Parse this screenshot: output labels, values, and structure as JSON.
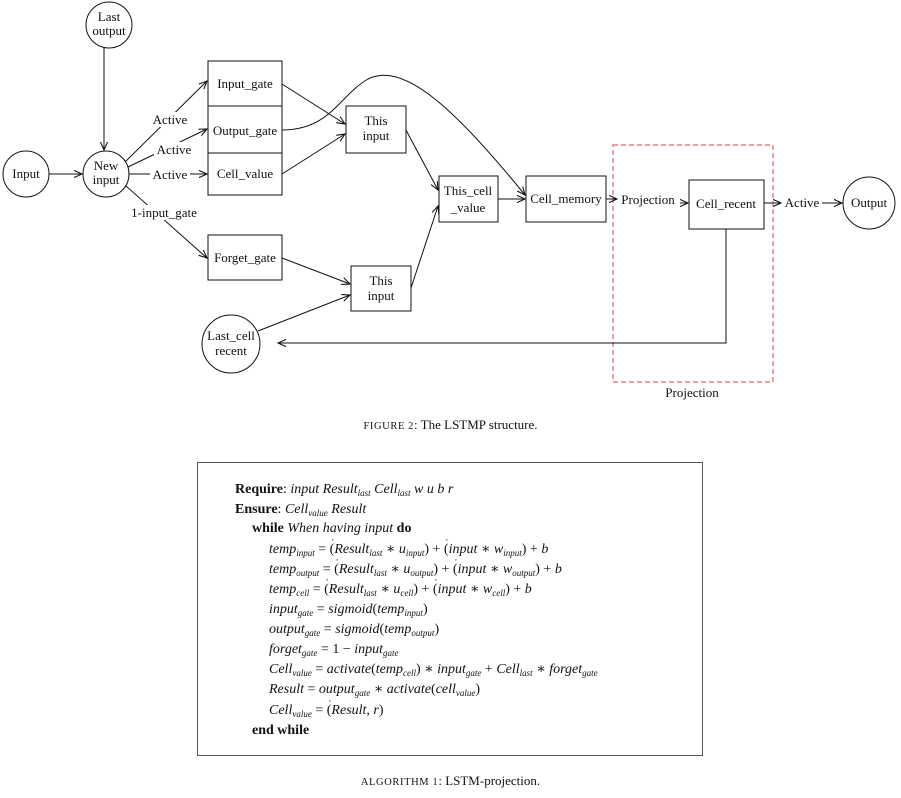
{
  "figure": {
    "nodes": {
      "last_output": [
        "Last",
        "output"
      ],
      "input": "Input",
      "new_input": [
        "New",
        "input"
      ],
      "input_gate": "Input_gate",
      "output_gate": "Output_gate",
      "cell_value": "Cell_value",
      "forget_gate": "Forget_gate",
      "this_input_top": [
        "This",
        "input"
      ],
      "this_input_bottom": [
        "This",
        "input"
      ],
      "this_cell_value": [
        "This_cell",
        "_value"
      ],
      "cell_memory": "Cell_memory",
      "cell_recent": "Cell_recent",
      "output": "Output",
      "last_cell_recent": [
        "Last_cell",
        "recent"
      ]
    },
    "edge_labels": {
      "active_1": "Active",
      "active_2": "Active",
      "active_3": "Active",
      "one_minus_input_gate": "1-input_gate",
      "projection_edge": "Projection",
      "active_out": "Active"
    },
    "region_label": "Projection",
    "region_color": "#e06666",
    "caption_label": "Figure 2",
    "caption_text": ": The LSTMP structure."
  },
  "algorithm": {
    "require_kw": "Require",
    "require_rest": ": input Result_last Cell_last w u b r",
    "ensure_kw": "Ensure",
    "ensure_rest": ": Cell_value Result",
    "while_kw": "while",
    "while_cond": "When having input",
    "do_kw": "do",
    "lines": [
      "temp_input = (Result_last * u_input) + (input * w_input) + b",
      "temp_output = (Result_last * u_output) + (input * w_output) + b",
      "temp_cell = (Result_last * u_cell) + (input * w_cell) + b",
      "input_gate = sigmoid(temp_input)",
      "output_gate = sigmoid(temp_output)",
      "forget_gate = 1 − input_gate",
      "Cell_value = activate(temp_cell) * input_gate + Cell_last * forget_gate",
      "Result = output_gate * activate(cell_value)",
      "Cell_value = (Result, r)"
    ],
    "end_while": "end while",
    "caption_label": "Algorithm 1",
    "caption_text": ": LSTM-projection."
  }
}
